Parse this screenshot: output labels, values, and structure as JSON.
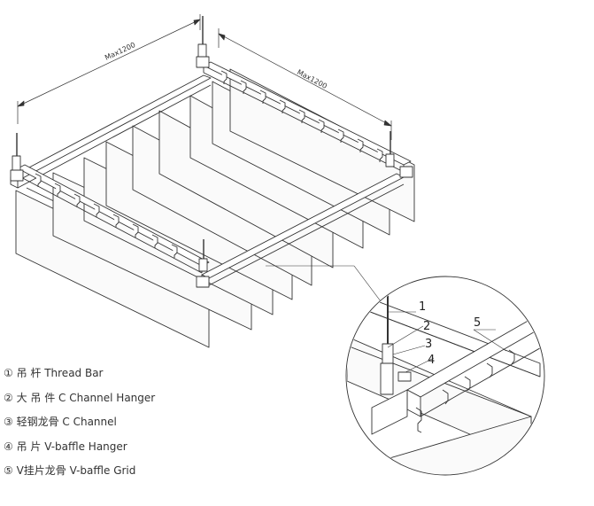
{
  "dimensions": {
    "left_span": "Max1200",
    "right_span": "Max1200"
  },
  "callouts": [
    "1",
    "2",
    "3",
    "4",
    "5"
  ],
  "legend": [
    "① 吊 杆 Thread Bar",
    "② 大 吊 件 C Channel Hanger",
    "③ 轻钢龙骨 C Channel",
    "④ 吊 片 V-baffle Hanger",
    "⑤ V挂片龙骨 V-baffle Grid"
  ]
}
